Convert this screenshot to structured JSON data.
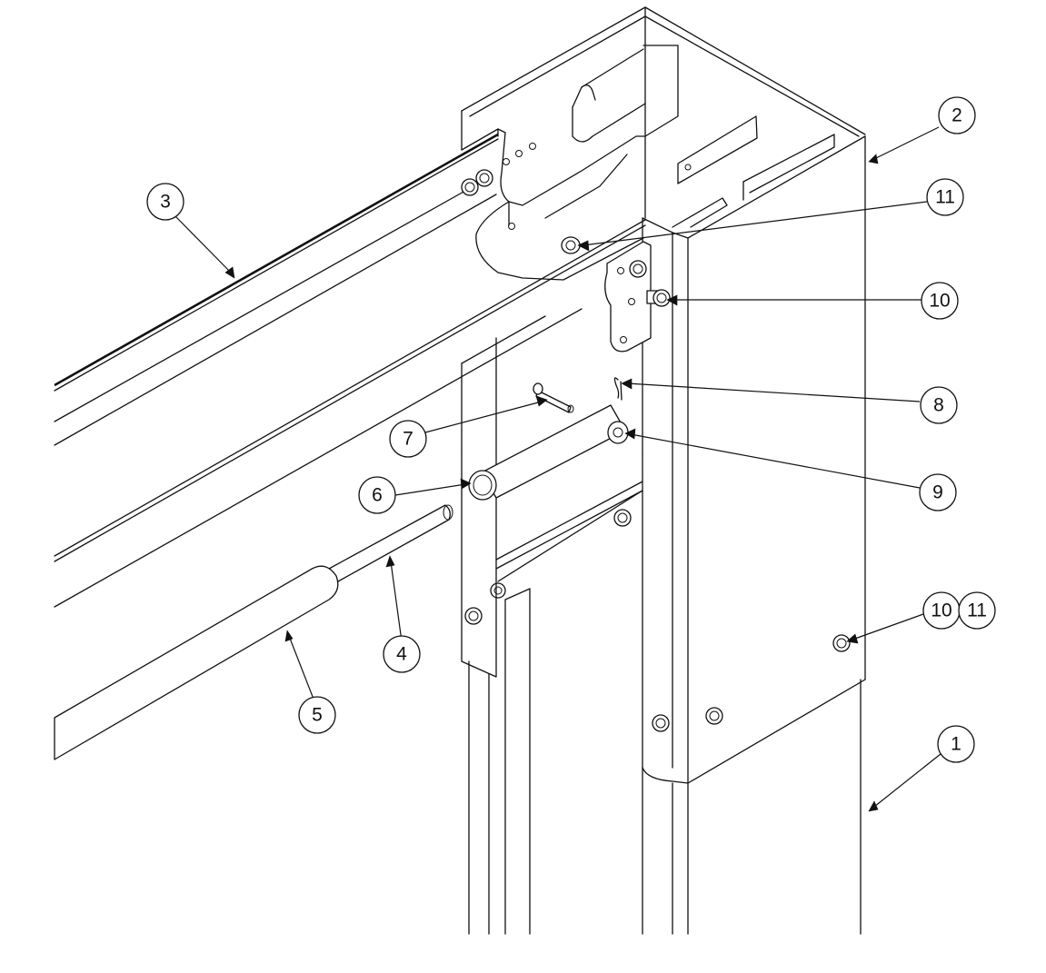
{
  "diagram": {
    "balloons": [
      {
        "id": "b1",
        "label": "1"
      },
      {
        "id": "b2",
        "label": "2"
      },
      {
        "id": "b3",
        "label": "3"
      },
      {
        "id": "b4",
        "label": "4"
      },
      {
        "id": "b5",
        "label": "5"
      },
      {
        "id": "b6",
        "label": "6"
      },
      {
        "id": "b7",
        "label": "7"
      },
      {
        "id": "b8",
        "label": "8"
      },
      {
        "id": "b9",
        "label": "9"
      },
      {
        "id": "b10a",
        "label": "10"
      },
      {
        "id": "b10b",
        "label": "10"
      },
      {
        "id": "b11a",
        "label": "11"
      },
      {
        "id": "b11b",
        "label": "11"
      }
    ],
    "colors": {
      "line": "#111111",
      "background": "#ffffff"
    }
  }
}
